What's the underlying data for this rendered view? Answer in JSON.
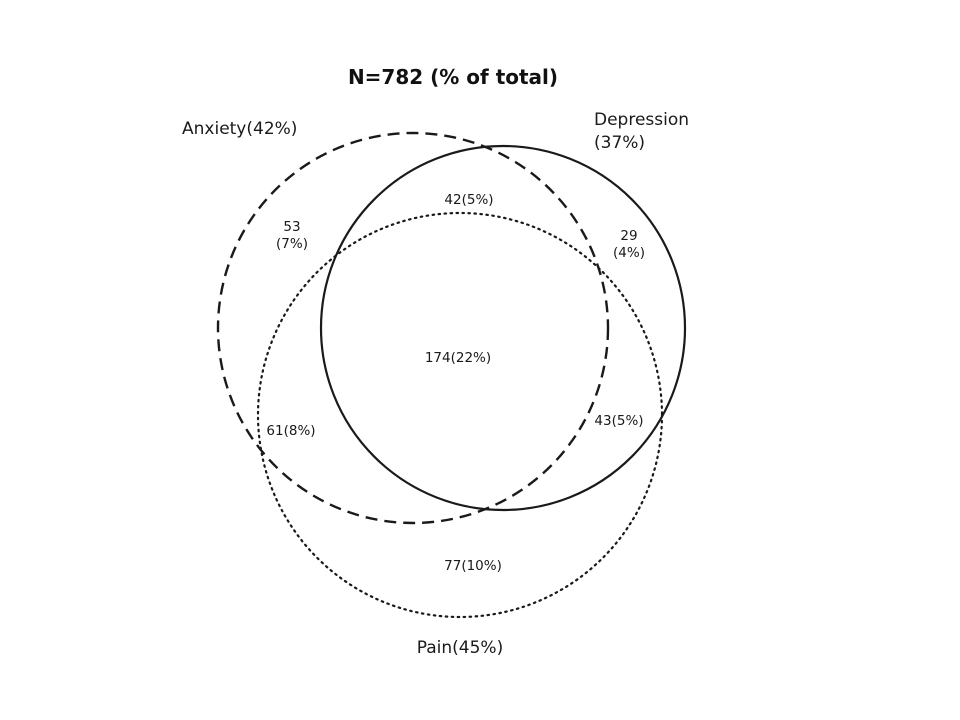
{
  "title": "N=782 (% of total)",
  "sets": {
    "anxiety": {
      "label": "Anxiety(42%)",
      "line_style": "dashed"
    },
    "depression": {
      "label_line1": "Depression",
      "label_line2": "(37%)",
      "line_style": "solid"
    },
    "pain": {
      "label": "Pain(45%)",
      "line_style": "dotted"
    }
  },
  "regions": {
    "anxiety_only": {
      "line1": "53",
      "line2": "(7%)"
    },
    "depression_only": {
      "line1": "29",
      "line2": "(4%)"
    },
    "pain_only": {
      "text": "77(10%)"
    },
    "anxiety_depression": {
      "text": "42(5%)"
    },
    "anxiety_pain": {
      "text": "61(8%)"
    },
    "depression_pain": {
      "text": "43(5%)"
    },
    "all_three": {
      "text": "174(22%)"
    }
  }
}
